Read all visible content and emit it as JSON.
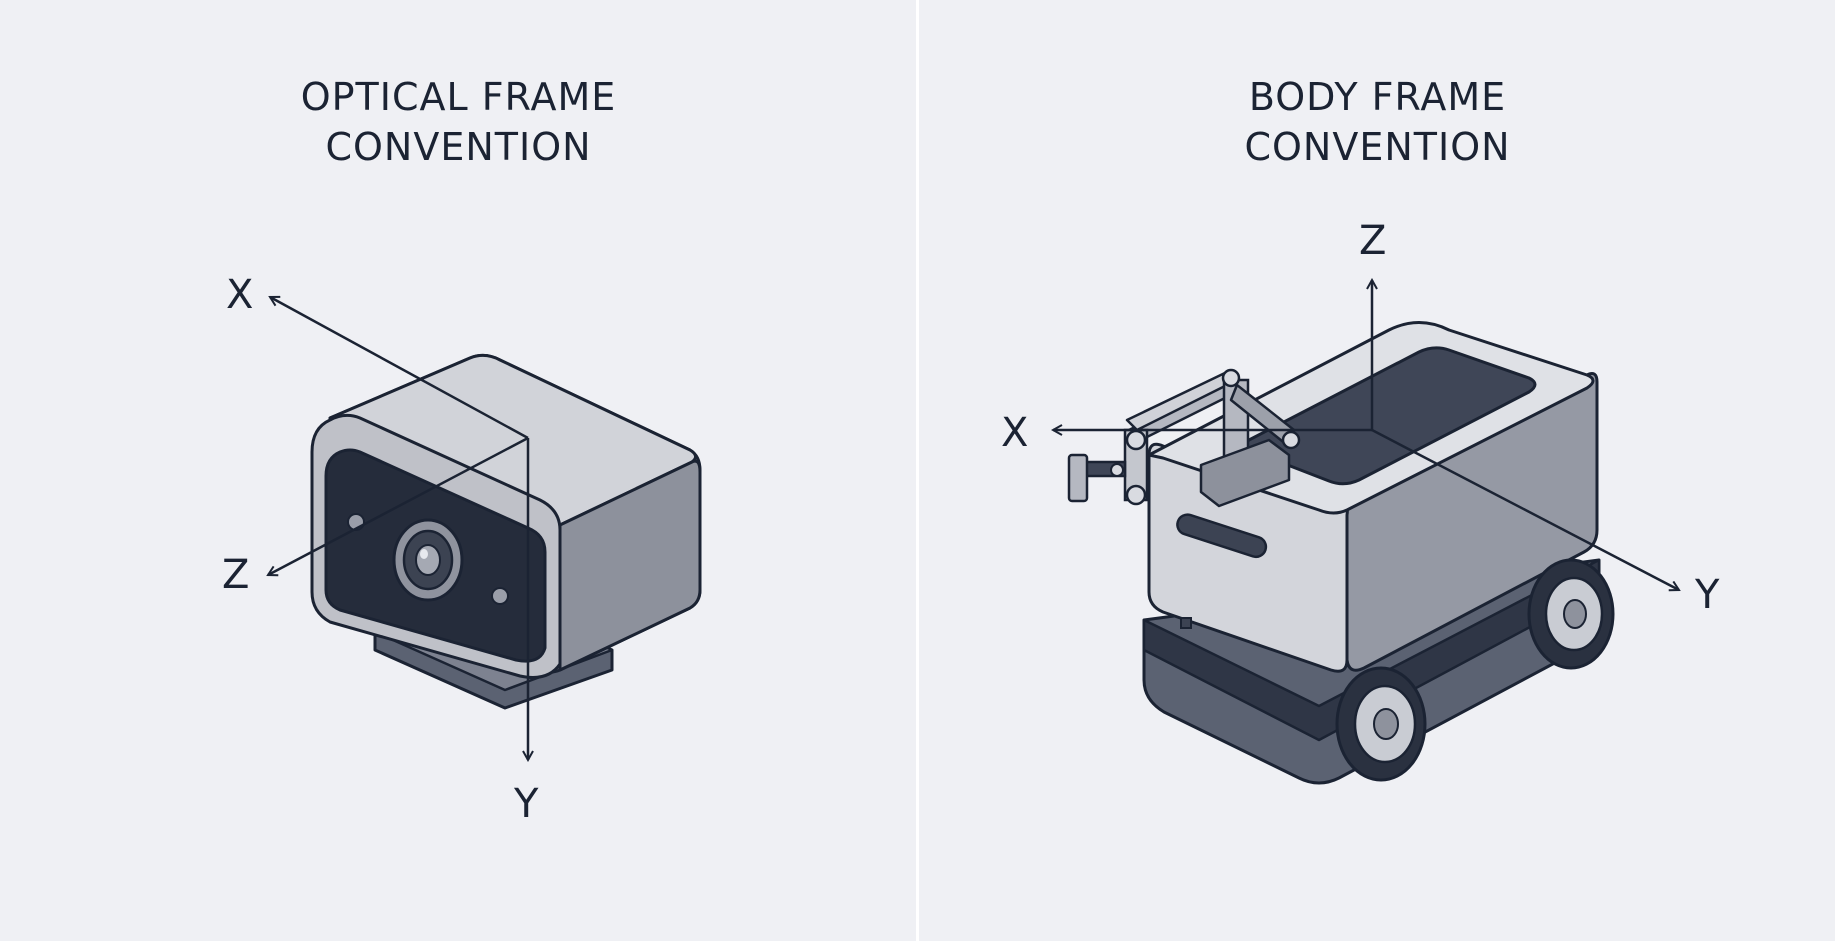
{
  "panels": [
    {
      "title_line1": "OPTICAL FRAME",
      "title_line2": "CONVENTION",
      "device": "camera",
      "axes": {
        "x": "X",
        "y": "Y",
        "z": "Z"
      }
    },
    {
      "title_line1": "BODY FRAME",
      "title_line2": "CONVENTION",
      "device": "mobile-robot",
      "axes": {
        "x": "X",
        "y": "Y",
        "z": "Z"
      }
    }
  ],
  "colors": {
    "background": "#eff0f4",
    "ink": "#1b2333",
    "body_light": "#cfd1d8",
    "body_mid": "#8e929d",
    "body_dark": "#3f4657"
  }
}
